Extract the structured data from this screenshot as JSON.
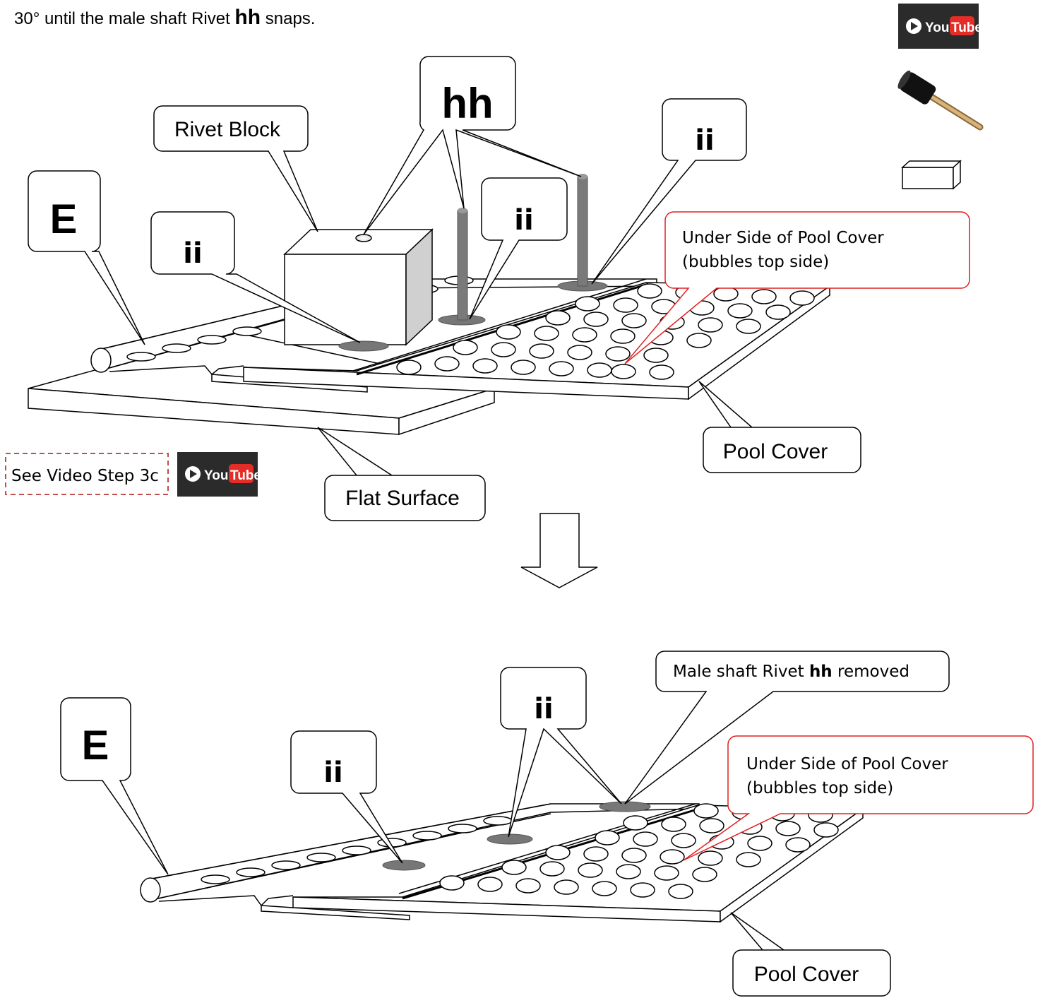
{
  "instruction": {
    "pre": "30° until the male shaft Rivet ",
    "bold": "hh",
    "post": " snaps."
  },
  "video_link_text": "See Video Step 3c",
  "youtube_badge": {
    "you": "You",
    "tube": "Tube",
    "icon": "play-icon"
  },
  "tools": [
    "mallet-icon",
    "rivet-block-icon"
  ],
  "top_diagram": {
    "label_E": "E",
    "label_rivet_block": "Rivet Block",
    "label_hh": "hh",
    "label_ii_left": "ii",
    "label_ii_mid": "ii",
    "label_ii_right": "ii",
    "label_underside": [
      "Under Side of Pool Cover",
      "(bubbles top side)"
    ],
    "label_pool_cover": "Pool Cover",
    "label_flat_surface": "Flat Surface"
  },
  "bottom_diagram": {
    "label_E": "E",
    "label_ii_left": "ii",
    "label_ii_mid": "ii",
    "label_removed": {
      "pre": "Male shaft Rivet ",
      "bold": "hh",
      "post": " removed"
    },
    "label_underside": [
      "Under Side of Pool Cover",
      "(bubbles top side)"
    ],
    "label_pool_cover": "Pool Cover"
  },
  "colors": {
    "callout_red": "#e02020",
    "youtube_red": "#e52d27",
    "badge_bg": "#2b2b2b",
    "dashed_border": "#c0504d",
    "rivet_grey": "#777777"
  }
}
